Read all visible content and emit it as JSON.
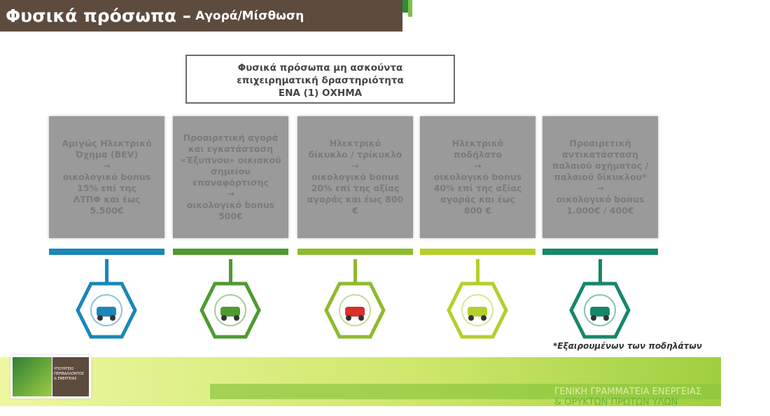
{
  "header": {
    "title_main": "Φυσικά πρόσωπα –",
    "title_sub": "Αγορά/Μίσθωση"
  },
  "title_box": {
    "line1": "Φυσικά πρόσωπα μη ασκούντα",
    "line2": "επιχειρηματική δραστηριότητα",
    "line3": "ΕΝΑ (1) ΟΧΗΜΑ"
  },
  "cards": [
    {
      "text": "Αμιγώς Ηλεκτρικό\nΌχημα (BEV)\n→\nοικολογικό bonus\n15% επί της\nΛΤΠΦ και έως\n5.500€",
      "color": "#1a87b8",
      "icon": "electric-car-plug-icon"
    },
    {
      "text": "Προαιρετική αγορά\nκαι εγκατάσταση\n«Έξυπνου» οικιακού\nσημείου\nεπαναφόρτισης\n→\nοικολογικό bonus\n500€",
      "color": "#4f9a32",
      "icon": "home-charger-icon"
    },
    {
      "text": "Ηλεκτρικό\nδίκυκλο / τρίκυκλο\n→\nοικολογικό bonus\n20% επί της αξίας\nαγοράς και  έως 800\n€",
      "color": "#8dbb2e",
      "icon": "electric-atv-icon"
    },
    {
      "text": "Ηλεκτρικό\nποδήλατο\n→\nοικολογικό bonus\n40% επί της αξίας\nαγοράς και  έως\n800 €",
      "color": "#b5cf2c",
      "icon": "electric-bicycle-icon"
    },
    {
      "text": "Προαιρετική\nαντικατάσταση\nπαλαιού οχήματος  /\nπαλαιού δίκυκλου*\n→\nοικολογικό bonus\n1.000€ / 400€",
      "color": "#16876a",
      "icon": "vehicle-replacement-icon"
    }
  ],
  "footnote": "*Εξαιρουμένων των ποδηλάτων",
  "footer": {
    "logo_text": "ΥΠΟΥΡΓΕΙΟ ΠΕΡΙΒΑΛΛΟΝΤΟΣ & ΕΝΕΡΓΕΙΑΣ",
    "ministry_line1": "ΓΕΝΙΚΗ ΓΡΑΜΜΑΤΕΙΑ ΕΝΕΡΓΕΙΑΣ",
    "ministry_line2": "& ΟΡΥΚΤΩΝ ΠΡΩΤΩΝ ΥΛΩΝ"
  }
}
